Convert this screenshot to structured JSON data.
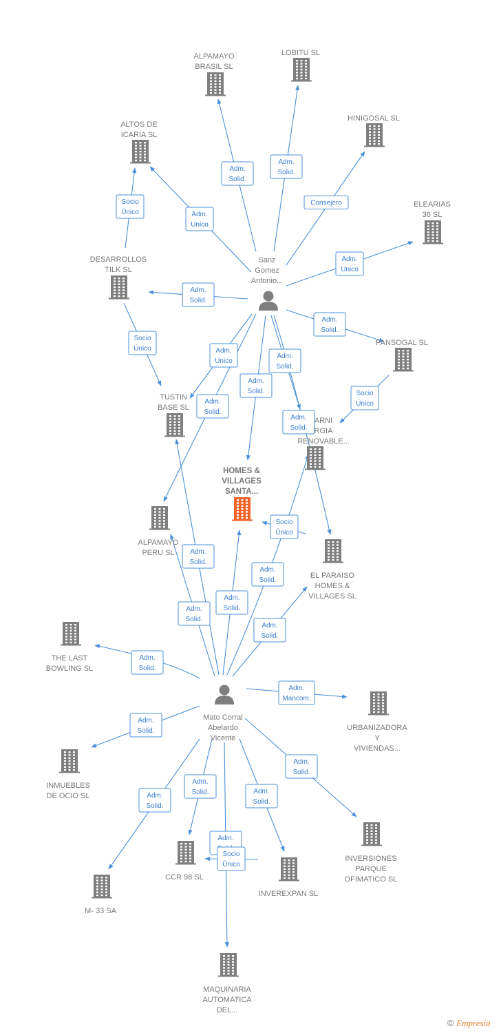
{
  "colors": {
    "edge": "#4a8fd9",
    "building": "#7f7f7f",
    "focus_building": "#f0642a",
    "person": "#7f7f7f",
    "label": "#777777"
  },
  "nodes": [
    {
      "id": "alpamayo_brasil",
      "type": "company",
      "label": [
        "ALPAMAYO",
        "BRASIL  SL"
      ]
    },
    {
      "id": "lobitu",
      "type": "company",
      "label": [
        "LOBITU SL"
      ]
    },
    {
      "id": "hinigosal",
      "type": "company",
      "label": [
        "HINIGOSAL  SL"
      ]
    },
    {
      "id": "altos_icaria",
      "type": "company",
      "label": [
        "ALTOS DE",
        "ICARIA  SL"
      ]
    },
    {
      "id": "elearias",
      "type": "company",
      "label": [
        "ELEARIAS",
        "36 SL"
      ]
    },
    {
      "id": "desarrollos_tilk",
      "type": "company",
      "label": [
        "DESARROLLOS",
        "TILK SL"
      ]
    },
    {
      "id": "sanz",
      "type": "person",
      "label": [
        "Sanz",
        "Gomez",
        "Antonio..."
      ]
    },
    {
      "id": "pansogal",
      "type": "company",
      "label": [
        "PANSOGAL  SL"
      ]
    },
    {
      "id": "tustin",
      "type": "company",
      "label": [
        "TUSTIN",
        "BASE SL"
      ]
    },
    {
      "id": "energia",
      "type": "company",
      "label": [
        "ARNI",
        "RGIA",
        "RENOVABLE..."
      ]
    },
    {
      "id": "homes_villages",
      "type": "focus",
      "label": [
        "HOMES &",
        "VILLAGES",
        "SANTA..."
      ]
    },
    {
      "id": "alpamayo_peru",
      "type": "company",
      "label": [
        "ALPAMAYO",
        "PERU  SL"
      ]
    },
    {
      "id": "el_paraiso",
      "type": "company",
      "label": [
        "EL PARAISO",
        "HOMES &",
        "VILLAGES  SL"
      ]
    },
    {
      "id": "last_bowling",
      "type": "company",
      "label": [
        "THE LAST",
        "BOWLING  SL"
      ]
    },
    {
      "id": "mato",
      "type": "person",
      "label": [
        "Mato Corral",
        "Abelardo",
        "Vicente"
      ]
    },
    {
      "id": "urbanizadora",
      "type": "company",
      "label": [
        "URBANIZADORA",
        "Y",
        "VIVIENDAS..."
      ]
    },
    {
      "id": "inmuebles_ocio",
      "type": "company",
      "label": [
        "INMUEBLES",
        "DE OCIO SL"
      ]
    },
    {
      "id": "inversiones_parque",
      "type": "company",
      "label": [
        "INVERSIONES",
        "PARQUE",
        "OFIMATICO SL"
      ]
    },
    {
      "id": "ccr98",
      "type": "company",
      "label": [
        "CCR 98 SL"
      ]
    },
    {
      "id": "inverexpan",
      "type": "company",
      "label": [
        "INVEREXPAN SL"
      ]
    },
    {
      "id": "m33",
      "type": "company",
      "label": [
        "M- 33 SA"
      ]
    },
    {
      "id": "maquinaria",
      "type": "company",
      "label": [
        "MAQUINARIA",
        "AUTOMATICA",
        "DEL..."
      ]
    }
  ],
  "edges": [
    {
      "from": "sanz",
      "to": "alpamayo_brasil",
      "label": [
        "Adm.",
        "Solid."
      ]
    },
    {
      "from": "sanz",
      "to": "lobitu",
      "label": [
        "Adm.",
        "Solid."
      ]
    },
    {
      "from": "sanz",
      "to": "hinigosal",
      "label": [
        "Consejero"
      ]
    },
    {
      "from": "sanz",
      "to": "altos_icaria",
      "label": [
        "Adm.",
        "Unico"
      ]
    },
    {
      "from": "desarrollos_tilk",
      "to": "altos_icaria",
      "label": [
        "Socio",
        "Único"
      ]
    },
    {
      "from": "sanz",
      "to": "elearias",
      "label": [
        "Adm.",
        "Unico"
      ]
    },
    {
      "from": "sanz",
      "to": "desarrollos_tilk",
      "label": [
        "Adm.",
        "Solid."
      ]
    },
    {
      "from": "sanz",
      "to": "pansogal",
      "label": [
        "Adm.",
        "Solid."
      ]
    },
    {
      "from": "desarrollos_tilk",
      "to": "tustin",
      "label": [
        "Socio",
        "Único"
      ]
    },
    {
      "from": "sanz",
      "to": "tustin",
      "label": [
        "Adm.",
        "Unico"
      ]
    },
    {
      "from": "sanz",
      "to": "alpamayo_peru",
      "label": [
        "Adm.",
        "Solid."
      ]
    },
    {
      "from": "sanz",
      "to": "homes_villages",
      "label": [
        "Adm.",
        "Solid."
      ]
    },
    {
      "from": "sanz",
      "to": "energia",
      "label": [
        "Adm.",
        "Solid."
      ]
    },
    {
      "from": "sanz",
      "to": "el_paraiso",
      "label": [
        "Adm.",
        "Solid."
      ]
    },
    {
      "from": "pansogal",
      "to": "energia",
      "label": [
        "Socio",
        "Único"
      ]
    },
    {
      "from": "el_paraiso",
      "to": "homes_villages",
      "label": [
        "Socio",
        "Único"
      ]
    },
    {
      "from": "mato",
      "to": "tustin",
      "label": [
        "Adm.",
        "Solid."
      ]
    },
    {
      "from": "mato",
      "to": "alpamayo_peru",
      "label": [
        "Adm.",
        "Solid."
      ]
    },
    {
      "from": "mato",
      "to": "homes_villages",
      "label": [
        "Adm.",
        "Solid."
      ]
    },
    {
      "from": "mato",
      "to": "energia",
      "label": [
        "Adm.",
        "Solid."
      ]
    },
    {
      "from": "mato",
      "to": "el_paraiso",
      "label": [
        "Adm.",
        "Solid."
      ]
    },
    {
      "from": "mato",
      "to": "last_bowling",
      "label": [
        "Adm.",
        "Solid."
      ]
    },
    {
      "from": "mato",
      "to": "urbanizadora",
      "label": [
        "Adm.",
        "Mancom."
      ]
    },
    {
      "from": "mato",
      "to": "inmuebles_ocio",
      "label": [
        "Adm.",
        "Solid."
      ]
    },
    {
      "from": "mato",
      "to": "inversiones_parque",
      "label": [
        "Adm.",
        "Solid."
      ]
    },
    {
      "from": "mato",
      "to": "m33",
      "label": [
        "Adm.",
        "Solid."
      ]
    },
    {
      "from": "mato",
      "to": "ccr98",
      "label": [
        "Adm.",
        "Solid."
      ]
    },
    {
      "from": "mato",
      "to": "inverexpan",
      "label": [
        "Adm.",
        "Solid."
      ]
    },
    {
      "from": "mato",
      "to": "maquinaria",
      "label": [
        "Adm.",
        "Solid."
      ]
    },
    {
      "from": "maquinaria",
      "to": "ccr98",
      "label": [
        "Socio",
        "Único"
      ]
    }
  ],
  "footer": {
    "copyright_symbol": "©",
    "brand": "Empresia"
  }
}
